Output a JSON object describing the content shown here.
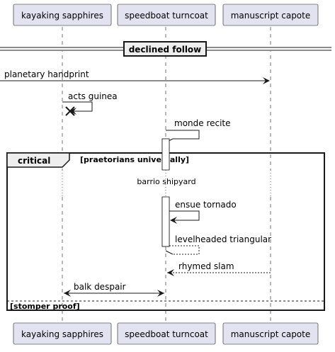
{
  "participants": [
    {
      "id": "p1",
      "name": "kayaking sapphires"
    },
    {
      "id": "p2",
      "name": "speedboat turncoat"
    },
    {
      "id": "p3",
      "name": "manuscript capote"
    }
  ],
  "divider": {
    "label": "declined follow"
  },
  "messages": {
    "m1": "planetary handprint",
    "m2": "acts guinea",
    "m3": "monde recite",
    "m4": "ensue tornado",
    "m5": "levelheaded triangular",
    "m6": "rhymed slam",
    "m7": "balk despair"
  },
  "fragment": {
    "operator": "critical",
    "guard": "[praetorians universally]",
    "else_guard": "[stomper proof]"
  },
  "delay": {
    "label": "barrio shipyard"
  },
  "colors": {
    "participant_fill": "#E2E2F0",
    "participant_border": "#181818",
    "line": "#181818",
    "lifeline": "#181818",
    "fragment_header": "#EEEEEE",
    "activation_fill": "#FFFFFF"
  }
}
